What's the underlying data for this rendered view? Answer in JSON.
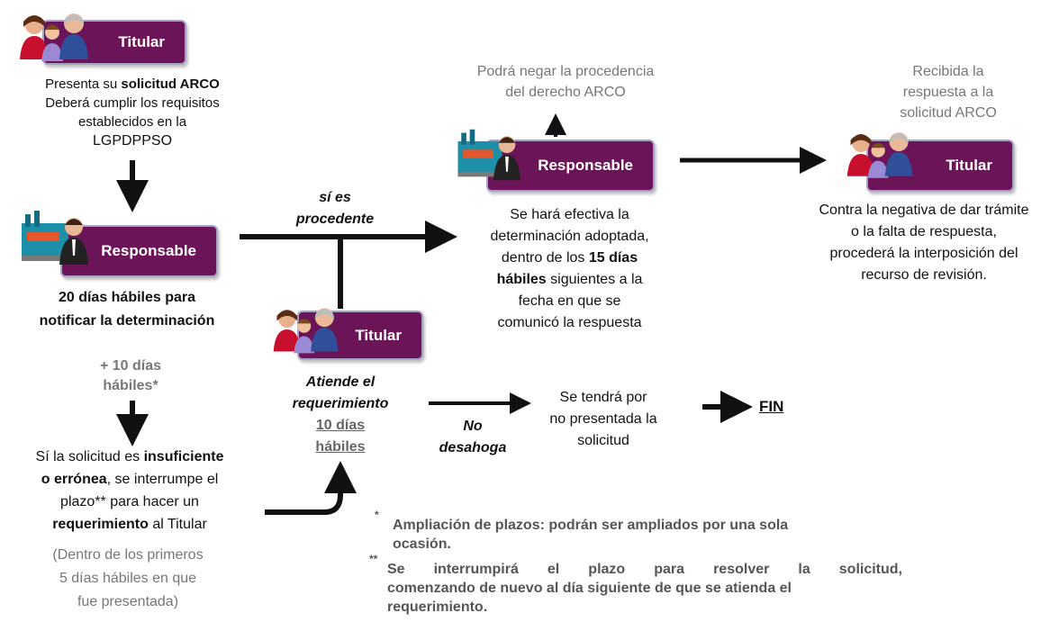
{
  "actors": {
    "titular_label": "Titular",
    "responsable_label": "Responsable"
  },
  "step1": {
    "line1_pre": "Presenta su ",
    "line1_bold": "solicitud ARCO",
    "line2": "Deberá cumplir los requisitos",
    "line3": "establecidos en la",
    "line4": "LGPDPPSO"
  },
  "step2": {
    "line1": "20 días hábiles para",
    "line2": "notificar la determinación",
    "extension_line1": "+ 10 días",
    "extension_line2": "hábiles*"
  },
  "step3": {
    "l1_pre": "Sí la solicitud es ",
    "l1_bold": "insuficiente",
    "l2_bold": "o errónea",
    "l2_post": ", se interrumpe el",
    "l3": "plazo** para hacer un",
    "l4_bold": "requerimiento",
    "l4_post": " al Titular",
    "p1": "(Dentro de los primeros",
    "p2": "5 días hábiles en que",
    "p3": "fue presentada)"
  },
  "branch": {
    "procedente_1": "sí es",
    "procedente_2": "procedente",
    "no_1": "No",
    "no_2": "desahoga"
  },
  "requirement": {
    "l1": "Atiende el",
    "l2": "requerimiento",
    "l3": "10 días",
    "l4": "hábiles"
  },
  "responsable_right": {
    "deny_1": "Podrá negar la procedencia",
    "deny_2": "del derecho ARCO",
    "t1": "Se hará efectiva la",
    "t2": "determinación adoptada,",
    "t3_pre": "dentro de los ",
    "t3_bold": "15 días",
    "t4_bold": "hábiles",
    "t4_post": " siguientes a la",
    "t5": "fecha en que se",
    "t6": "comunicó la respuesta"
  },
  "titular_right": {
    "r1": "Recibida la",
    "r2": "respuesta a la",
    "r3": "solicitud ARCO",
    "c1": "Contra la negativa de dar trámite",
    "c2": "o la falta de respuesta,",
    "c3": "procederá la interposición del",
    "c4": "recurso de revisión."
  },
  "not_presented": {
    "l1": "Se tendrá por",
    "l2": "no presentada la",
    "l3": "solicitud",
    "fin": "FIN"
  },
  "notes": {
    "star1": "*",
    "note1a": "Ampliación de plazos: podrán ser ampliados por una sola",
    "note1b": "ocasión.",
    "star2": "**",
    "note2a": "Se interrumpirá el plazo para resolver la solicitud,",
    "note2b": "comenzando de nuevo al día siguiente de que se atienda el",
    "note2c": "requerimiento."
  },
  "colors": {
    "box_fill": "#6b1457",
    "box_border": "#a5a1c9",
    "arrow": "#111111"
  },
  "icons": [
    "people-icon",
    "factory-person-icon"
  ]
}
